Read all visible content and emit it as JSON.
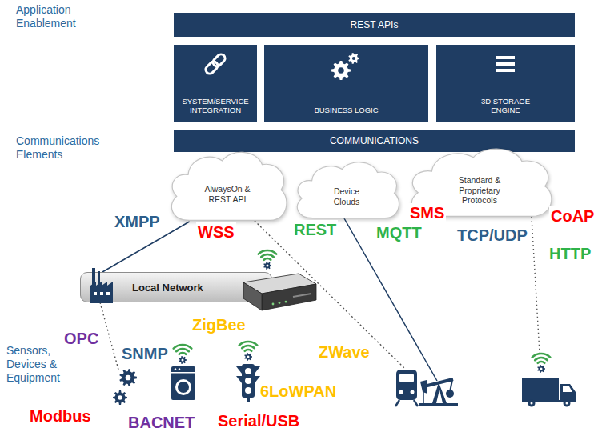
{
  "diagram": {
    "nodes": [
      {
        "text": [
          "REST APIs"
        ]
      },
      {
        "text": [
          "SYSTEM/SERVICE INTEGRATION"
        ]
      },
      {
        "text": [
          "BUSINESS LOGIC"
        ]
      },
      {
        "text": [
          "3D STORAGE ENGINE"
        ]
      },
      {
        "text": [
          "COMMUNICATIONS"
        ]
      },
      {
        "text": [
          "AlwaysOn & REST API"
        ]
      },
      {
        "text": [
          "Device Clouds"
        ]
      },
      {
        "text": [
          "Standard & Proprietary Protocols"
        ]
      },
      {
        "text": [
          "Local Network"
        ]
      }
    ],
    "edges": [
      {
        "from": 8,
        "to": 5,
        "arrow": "none"
      }
    ],
    "labels": [
      "Application Enablement",
      "Communications Elements",
      "XMPP",
      "WSS",
      "REST",
      "SMS",
      "MQTT",
      "TCP/UDP",
      "CoAP",
      "HTTP",
      "OPC",
      "SNMP",
      "ZigBee",
      "ZWave",
      "6LoWPAN",
      "Sensors, Devices & Equipment",
      "Modbus",
      "BACNET",
      "Serial/USB"
    ]
  }
}
